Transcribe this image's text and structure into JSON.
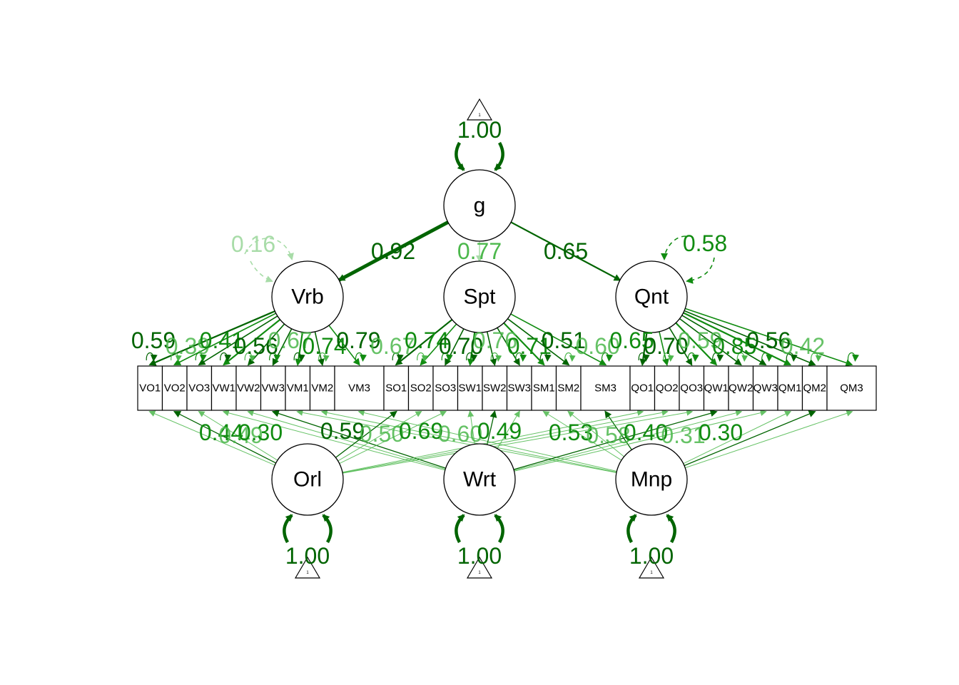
{
  "colors": {
    "strong": "#006400",
    "mid": "#118c11",
    "light": "#4cb84c",
    "faint": "#a8dca8"
  },
  "diagram": {
    "latents": [
      {
        "id": "g",
        "label": "g"
      },
      {
        "id": "Vrb",
        "label": "Vrb"
      },
      {
        "id": "Spt",
        "label": "Spt"
      },
      {
        "id": "Qnt",
        "label": "Qnt"
      },
      {
        "id": "Orl",
        "label": "Orl"
      },
      {
        "id": "Wrt",
        "label": "Wrt"
      },
      {
        "id": "Mnp",
        "label": "Mnp"
      }
    ],
    "indicators": [
      {
        "id": "VO1",
        "label": "VO1",
        "factor": "Vrb",
        "method": "Orl"
      },
      {
        "id": "VO2",
        "label": "VO2",
        "factor": "Vrb",
        "method": "Orl"
      },
      {
        "id": "VO3",
        "label": "VO3",
        "factor": "Vrb",
        "method": "Orl"
      },
      {
        "id": "VW1",
        "label": "VW1",
        "factor": "Vrb",
        "method": "Wrt"
      },
      {
        "id": "VW2",
        "label": "VW2",
        "factor": "Vrb",
        "method": "Wrt"
      },
      {
        "id": "VW3",
        "label": "VW3",
        "factor": "Vrb",
        "method": "Wrt"
      },
      {
        "id": "VM1",
        "label": "VM1",
        "factor": "Vrb",
        "method": "Mnp"
      },
      {
        "id": "VM2",
        "label": "VM2",
        "factor": "Vrb",
        "method": "Mnp"
      },
      {
        "id": "VM3",
        "label": "VM3",
        "factor": "Vrb",
        "method": "Mnp"
      },
      {
        "id": "SO1",
        "label": "SO1",
        "factor": "Spt",
        "method": "Orl"
      },
      {
        "id": "SO2",
        "label": "SO2",
        "factor": "Spt",
        "method": "Orl"
      },
      {
        "id": "SO3",
        "label": "SO3",
        "factor": "Spt",
        "method": "Orl"
      },
      {
        "id": "SW1",
        "label": "SW1",
        "factor": "Spt",
        "method": "Wrt"
      },
      {
        "id": "SW2",
        "label": "SW2",
        "factor": "Spt",
        "method": "Wrt"
      },
      {
        "id": "SW3",
        "label": "SW3",
        "factor": "Spt",
        "method": "Wrt"
      },
      {
        "id": "SM1",
        "label": "SM1",
        "factor": "Spt",
        "method": "Mnp"
      },
      {
        "id": "SM2",
        "label": "SM2",
        "factor": "Spt",
        "method": "Mnp"
      },
      {
        "id": "SM3",
        "label": "SM3",
        "factor": "Spt",
        "method": "Mnp"
      },
      {
        "id": "QO1",
        "label": "QO1",
        "factor": "Qnt",
        "method": "Orl"
      },
      {
        "id": "QO2",
        "label": "QO2",
        "factor": "Qnt",
        "method": "Orl"
      },
      {
        "id": "QO3",
        "label": "QO3",
        "factor": "Qnt",
        "method": "Orl"
      },
      {
        "id": "QW1",
        "label": "QW1",
        "factor": "Qnt",
        "method": "Wrt"
      },
      {
        "id": "QW2",
        "label": "QW2",
        "factor": "Qnt",
        "method": "Wrt"
      },
      {
        "id": "QW3",
        "label": "QW3",
        "factor": "Qnt",
        "method": "Wrt"
      },
      {
        "id": "QM1",
        "label": "QM1",
        "factor": "Qnt",
        "method": "Mnp"
      },
      {
        "id": "QM2",
        "label": "QM2",
        "factor": "Qnt",
        "method": "Mnp"
      },
      {
        "id": "QM3",
        "label": "QM3",
        "factor": "Qnt",
        "method": "Mnp"
      }
    ],
    "intercept_labels": {
      "top": "1",
      "orl": "1",
      "wrt": "1",
      "mnp": "1"
    },
    "second_order_loadings": [
      {
        "from": "g",
        "to": "Vrb",
        "value": "0.92"
      },
      {
        "from": "g",
        "to": "Spt",
        "value": "0.77"
      },
      {
        "from": "g",
        "to": "Qnt",
        "value": "0.65"
      }
    ],
    "variances": [
      {
        "node": "g",
        "value": "1.00"
      },
      {
        "node": "Vrb",
        "value": "0.16"
      },
      {
        "node": "Qnt",
        "value": "0.58"
      },
      {
        "node": "Orl",
        "value": "1.00"
      },
      {
        "node": "Wrt",
        "value": "1.00"
      },
      {
        "node": "Mnp",
        "value": "1.00"
      }
    ],
    "indicator_residual_labels": [
      "0.59",
      "0.39",
      "0.41",
      "0.56",
      "0.67",
      "0.74",
      "0.79",
      "0.67",
      "0.74",
      "0.70",
      "0.76",
      "0.71",
      "0.51",
      "0.60",
      "0.65",
      "0.70",
      "0.59",
      "0.85",
      "0.56",
      "0.42"
    ],
    "method_loading_labels": {
      "Orl": [
        "0.44",
        "0.49",
        "0.30"
      ],
      "Wrt": [
        "0.59",
        "0.50",
        "0.69",
        "0.60",
        "0.49"
      ],
      "Mnp": [
        "0.53",
        "0.58",
        "0.40",
        "0.31",
        "0.30"
      ]
    }
  }
}
